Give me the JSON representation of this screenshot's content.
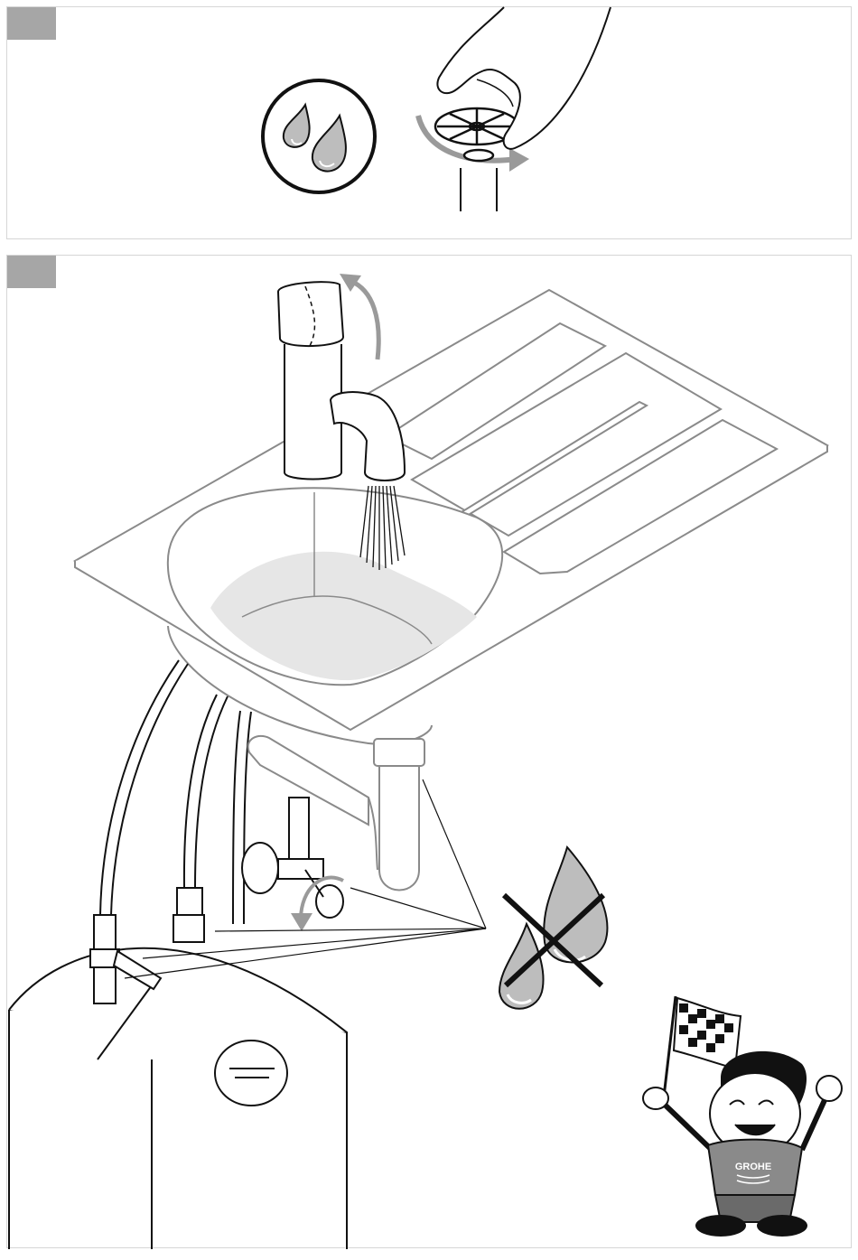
{
  "panels": [
    {
      "id": "step-1",
      "step_tab": ""
    },
    {
      "id": "step-2",
      "step_tab": ""
    }
  ],
  "mascot": {
    "shirt_logo": "GROHE"
  },
  "icons": {
    "drops": "water-drops-icon",
    "no_drops": "no-drips-icon",
    "flag": "checkered-flag-icon"
  },
  "colors": {
    "stroke": "#1a1a1a",
    "light_stroke": "#8a8a8a",
    "tab": "#a6a6a6",
    "water": "#e6e6e6",
    "drop_fill": "#bdbdbd",
    "arrow": "#9a9a9a"
  }
}
